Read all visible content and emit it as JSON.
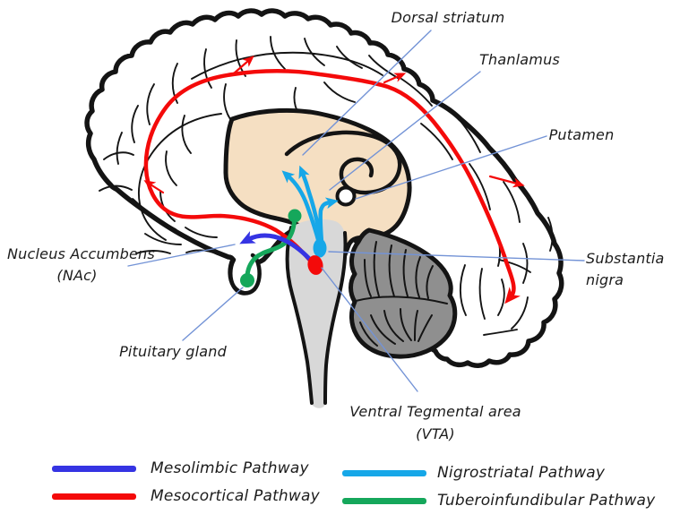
{
  "labels": {
    "dorsal_striatum": "Dorsal striatum",
    "thalamus": "Thanlamus",
    "putamen": "Putamen",
    "substantia_nigra_line1": "Substantia",
    "substantia_nigra_line2": "nigra",
    "nucleus_accumbens_line1": "Nucleus Accumbens",
    "nucleus_accumbens_line2": "(NAc)",
    "pituitary_gland": "Pituitary gland",
    "vta_line1": "Ventral Tegmental area",
    "vta_line2": "(VTA)"
  },
  "legend": {
    "items": [
      {
        "label": "Mesolimbic Pathway",
        "color": "#3534e3"
      },
      {
        "label": "Mesocortical Pathway",
        "color": "#f40a0a"
      },
      {
        "label": "Nigrostriatal Pathway",
        "color": "#16a7e8"
      },
      {
        "label": "Tuberoinfundibular Pathway",
        "color": "#15a75b"
      }
    ]
  },
  "colors": {
    "mesolimbic_blue": "#3534e3",
    "mesocortical_red": "#f40a0a",
    "nigrostriatal_cyan": "#16a7e8",
    "tuberoinfundibular_green": "#15a75b",
    "leader_line": "#7393d6",
    "brain_fill": "#ffffff",
    "outline": "#141414",
    "central_region_tan": "#f5dfc2",
    "cerebellum_gray": "#8f8f8f",
    "brainstem_gray": "#d8d8d8"
  }
}
